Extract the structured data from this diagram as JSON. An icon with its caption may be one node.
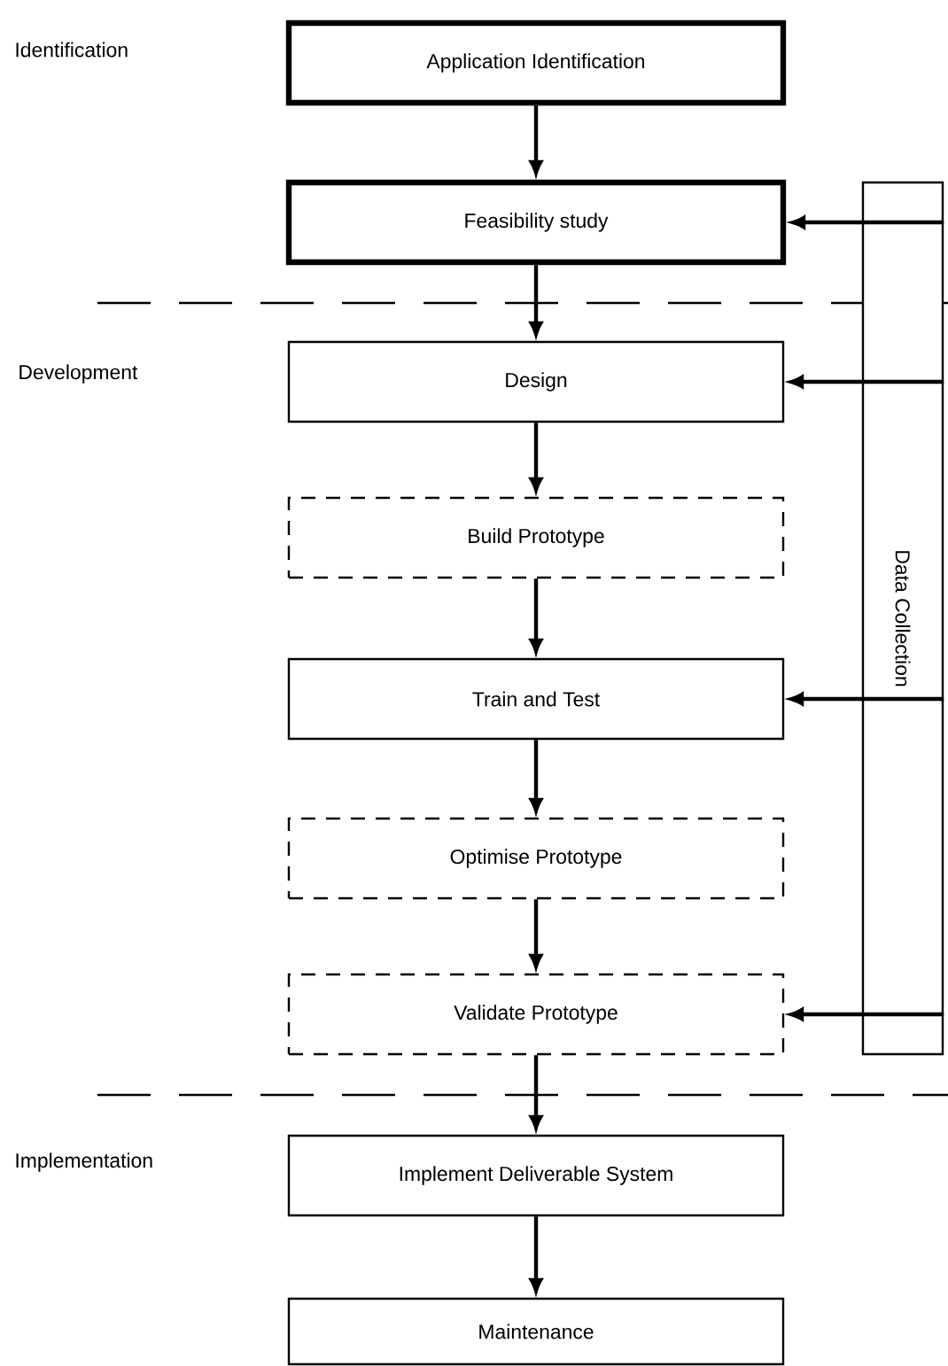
{
  "diagram": {
    "nodes": [
      {
        "text": [
          "Application Identification"
        ]
      },
      {
        "text": [
          "Feasibility study"
        ]
      },
      {
        "text": [
          "Design"
        ]
      },
      {
        "text": [
          "Build Prototype"
        ]
      },
      {
        "text": [
          "Train and Test"
        ]
      },
      {
        "text": [
          "Optimise Prototype"
        ]
      },
      {
        "text": [
          "Validate Prototype"
        ]
      },
      {
        "text": [
          "Implement Deliverable System"
        ]
      },
      {
        "text": [
          "Maintenance"
        ]
      },
      {
        "text": [
          "Data Collection"
        ]
      }
    ],
    "edges": [
      {
        "from": 0,
        "to": 1,
        "arrow": "to"
      },
      {
        "from": 1,
        "to": 2,
        "arrow": "to"
      },
      {
        "from": 2,
        "to": 3,
        "arrow": "to"
      },
      {
        "from": 3,
        "to": 4,
        "arrow": "to"
      },
      {
        "from": 4,
        "to": 5,
        "arrow": "to"
      },
      {
        "from": 5,
        "to": 6,
        "arrow": "to"
      },
      {
        "from": 6,
        "to": 7,
        "arrow": "to"
      },
      {
        "from": 7,
        "to": 8,
        "arrow": "to"
      },
      {
        "from": 9,
        "to": 1,
        "arrow": "to"
      },
      {
        "from": 9,
        "to": 2,
        "arrow": "to"
      },
      {
        "from": 9,
        "to": 4,
        "arrow": "to"
      },
      {
        "from": 9,
        "to": 6,
        "arrow": "to"
      }
    ],
    "labels": [
      "Identification",
      "Development",
      "Implementation"
    ]
  }
}
